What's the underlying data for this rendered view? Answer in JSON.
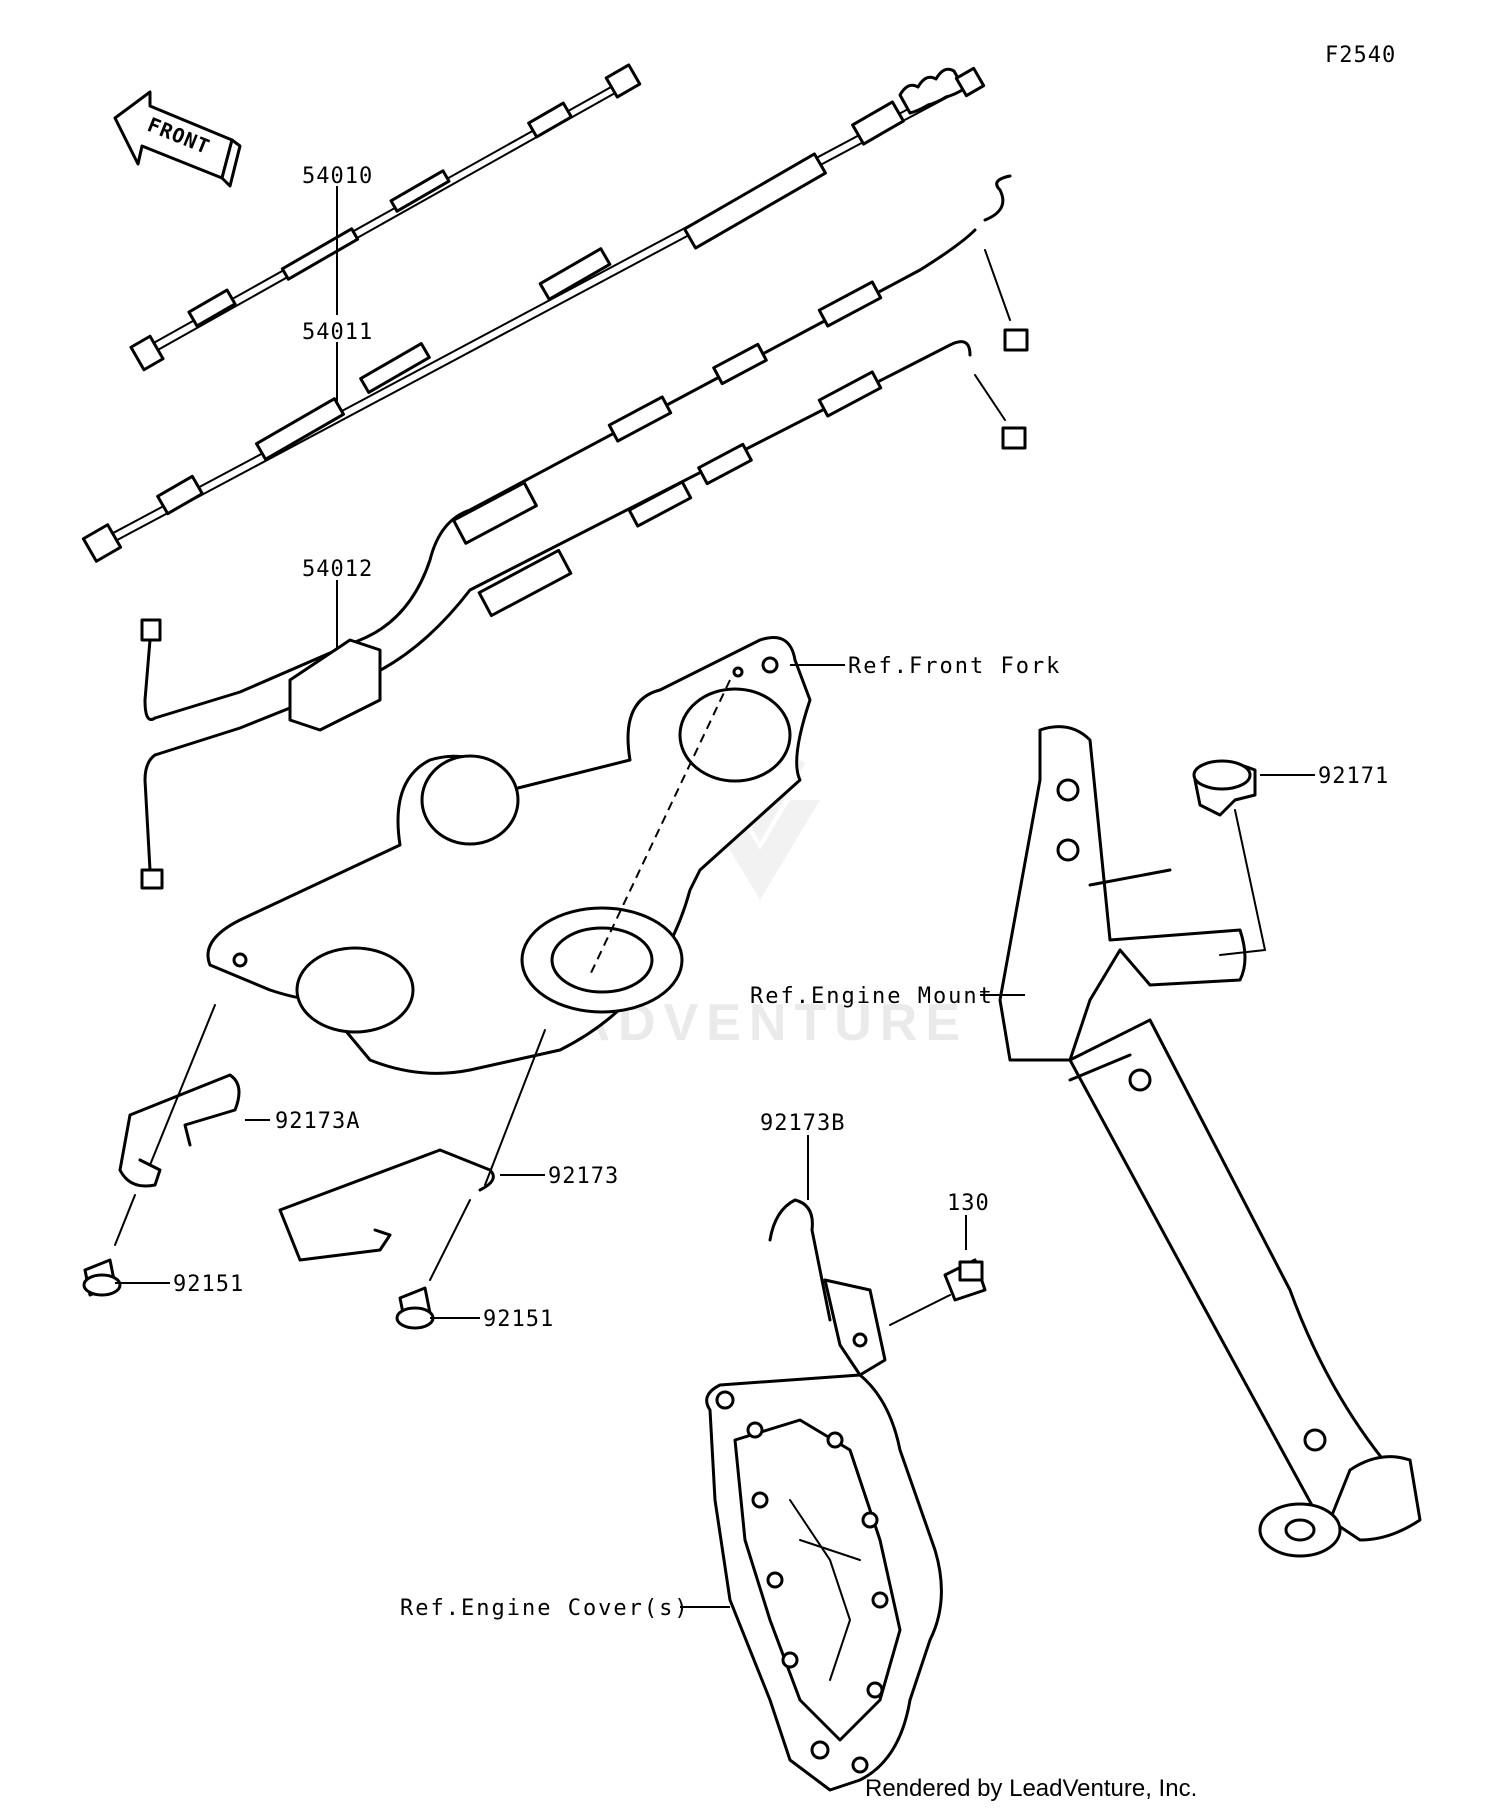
{
  "diagram_code": "F2540",
  "front_label": "FRONT",
  "watermark": "LEADVENTURE",
  "footer": "Rendered by LeadVenture, Inc.",
  "parts": {
    "p54010": "54010",
    "p54011": "54011",
    "p54012": "54012",
    "p92171": "92171",
    "p92173A": "92173A",
    "p92173": "92173",
    "p92173B": "92173B",
    "p92151a": "92151",
    "p92151b": "92151",
    "p130": "130"
  },
  "refs": {
    "front_fork": "Ref.Front Fork",
    "engine_mount": "Ref.Engine Mount",
    "engine_cover": "Ref.Engine Cover(s)"
  }
}
